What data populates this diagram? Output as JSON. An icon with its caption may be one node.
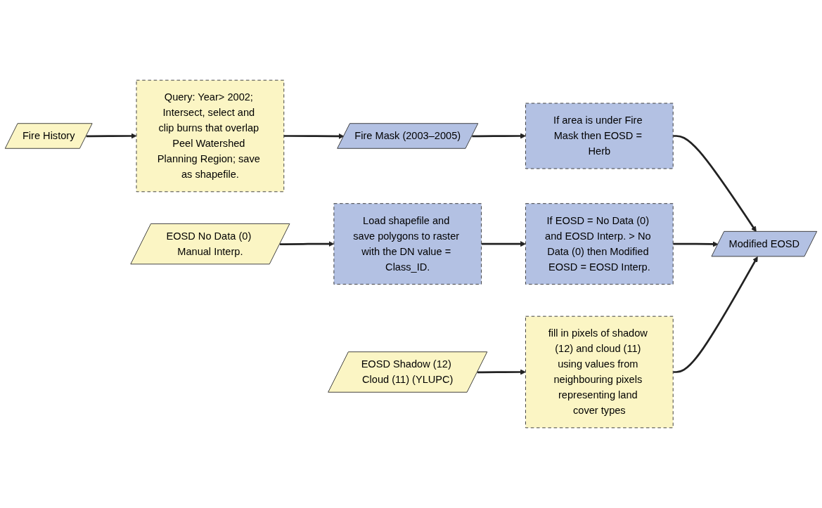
{
  "diagram": {
    "nodes": [
      {
        "text": [
          "Fire History"
        ]
      },
      {
        "text": [
          "Query: Year> 2002; Intersect, select and clip burns that overlap Peel Watershed Planning Region; save as shapefile."
        ]
      },
      {
        "text": [
          "Fire Mask (2003–2005)"
        ]
      },
      {
        "text": [
          "If area is under Fire Mask then EOSD = Herb"
        ]
      },
      {
        "text": [
          "Modified EOSD"
        ]
      },
      {
        "text": [
          "EOSD No Data (0) Manual Interp."
        ]
      },
      {
        "text": [
          "Load shapefile and save polygons to raster with the DN value = Class_ID."
        ]
      },
      {
        "text": [
          "If EOSD = No Data (0) and EOSD Interp. > No Data (0) then Modified EOSD = EOSD Interp."
        ]
      },
      {
        "text": [
          "EOSD Shadow (12) Cloud (11) (YLUPC)"
        ]
      },
      {
        "text": [
          "fill in pixels of shadow (12) and cloud (11) using values from neighbouring pixels representing land cover types"
        ]
      }
    ],
    "edges": [
      {
        "from": 0,
        "to": 1,
        "arrow": "to"
      },
      {
        "from": 1,
        "to": 2,
        "arrow": "to"
      },
      {
        "from": 2,
        "to": 3,
        "arrow": "to"
      },
      {
        "from": 3,
        "to": 4,
        "arrow": "to"
      },
      {
        "from": 5,
        "to": 6,
        "arrow": "to"
      },
      {
        "from": 6,
        "to": 7,
        "arrow": "to"
      },
      {
        "from": 7,
        "to": 4,
        "arrow": "to"
      },
      {
        "from": 8,
        "to": 9,
        "arrow": "to"
      },
      {
        "from": 9,
        "to": 4,
        "arrow": "to"
      }
    ]
  }
}
